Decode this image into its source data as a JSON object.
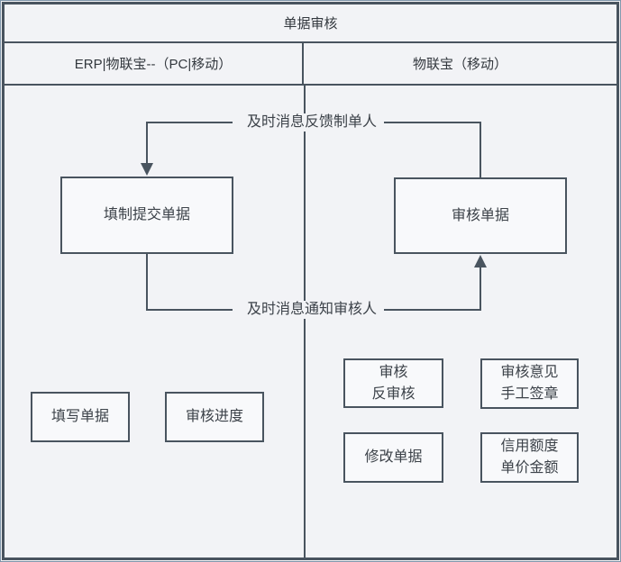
{
  "title": "单据审核",
  "lanes": {
    "left_header": "ERP|物联宝--（PC|移动）",
    "right_header": "物联宝（移动）"
  },
  "connectors": {
    "feedback_label": "及时消息反馈制单人",
    "notify_label": "及时消息通知审核人"
  },
  "nodes": {
    "submit": "填制提交单据",
    "review": "审核单据",
    "fill": "填写单据",
    "progress": "审核进度",
    "approve_line1": "审核",
    "approve_line2": "反审核",
    "opinion_line1": "审核意见",
    "opinion_line2": "手工签章",
    "modify": "修改单据",
    "credit_line1": "信用额度",
    "credit_line2": "单价金额"
  },
  "colors": {
    "line": "#49545f",
    "outer_edge": "#8096aa",
    "background": "#f2f3f6",
    "node_fill": "#f8f9fb",
    "text": "#3c4249"
  }
}
